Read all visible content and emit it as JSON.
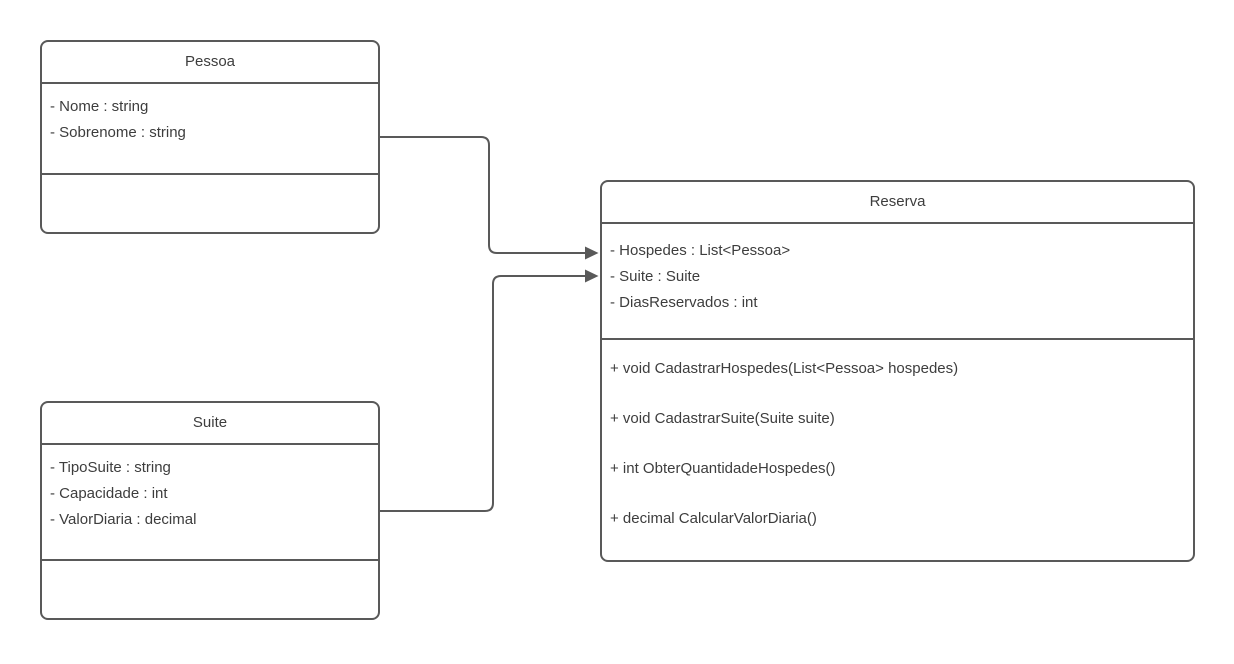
{
  "diagram": {
    "type": "uml-class-diagram",
    "background_color": "#ffffff",
    "stroke_color": "#595959",
    "text_color": "#3d3d3d"
  },
  "classes": {
    "pessoa": {
      "title": "Pessoa",
      "attributes": [
        "- Nome : string",
        "- Sobrenome : string"
      ],
      "methods": []
    },
    "suite": {
      "title": "Suite",
      "attributes": [
        "- TipoSuite : string",
        "- Capacidade : int",
        "- ValorDiaria : decimal"
      ],
      "methods": []
    },
    "reserva": {
      "title": "Reserva",
      "attributes": [
        "- Hospedes : List<Pessoa>",
        "- Suite : Suite",
        "- DiasReservados : int"
      ],
      "methods": [
        "+ void CadastrarHospedes(List<Pessoa> hospedes)",
        "+ void CadastrarSuite(Suite suite)",
        "+ int ObterQuantidadeHospedes()",
        "+ decimal CalcularValorDiaria()"
      ]
    }
  },
  "connectors": [
    {
      "from": "Pessoa",
      "to": "Reserva",
      "style": "directed-association"
    },
    {
      "from": "Suite",
      "to": "Reserva",
      "style": "directed-association"
    }
  ]
}
